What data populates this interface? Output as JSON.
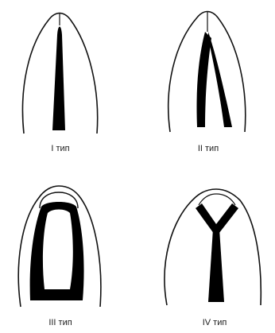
{
  "figure": {
    "panels": [
      {
        "id": "type-1",
        "label": "I тип"
      },
      {
        "id": "type-2",
        "label": "II тип"
      },
      {
        "id": "type-3",
        "label": "III тип"
      },
      {
        "id": "type-4",
        "label": "IV тип"
      }
    ],
    "colors": {
      "outline": "#111111",
      "fill": "#000000",
      "background": "#ffffff"
    }
  }
}
